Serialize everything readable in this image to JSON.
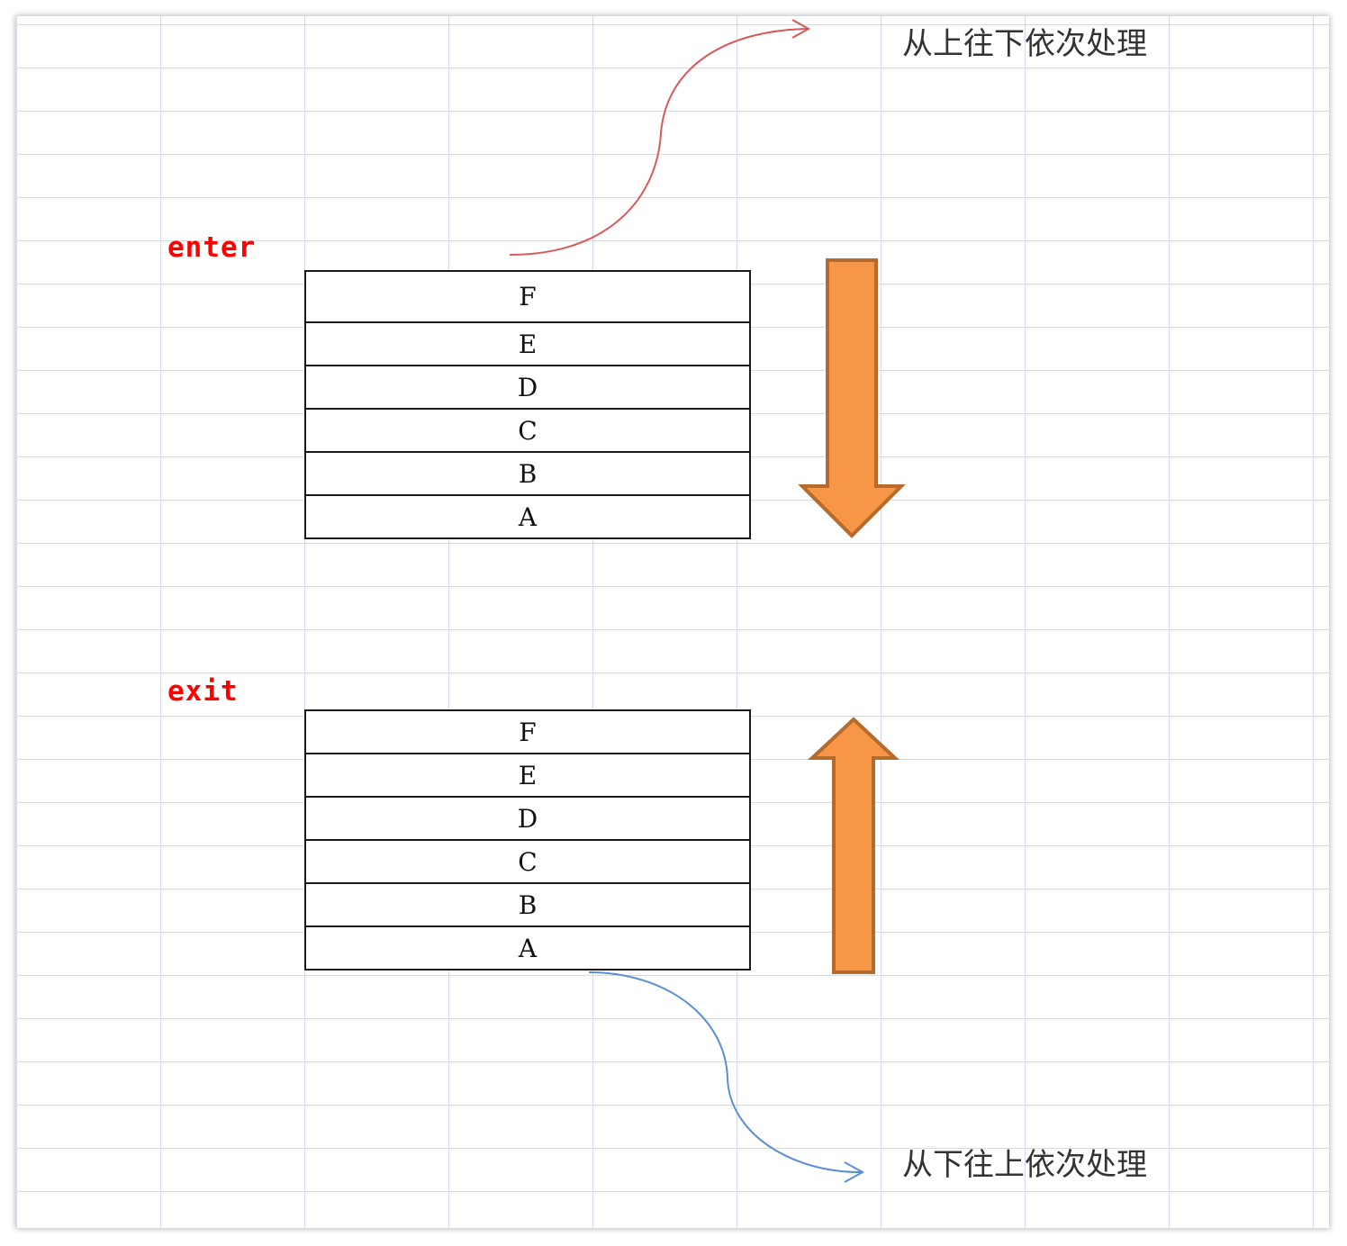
{
  "enter": {
    "label": "enter",
    "stack": [
      "F",
      "E",
      "D",
      "C",
      "B",
      "A"
    ],
    "direction": "top-to-bottom",
    "note": "从上往下依次处理"
  },
  "exit": {
    "label": "exit",
    "stack": [
      "F",
      "E",
      "D",
      "C",
      "B",
      "A"
    ],
    "direction": "bottom-to-top",
    "note": "从下往上依次处理"
  },
  "colors": {
    "label": "#ff0000",
    "big_arrow_fill": "#f79646",
    "big_arrow_stroke": "#b66a2c",
    "curve_top": "#d9595b",
    "curve_bottom": "#5b8fd4",
    "grid": "#d4dcea"
  }
}
